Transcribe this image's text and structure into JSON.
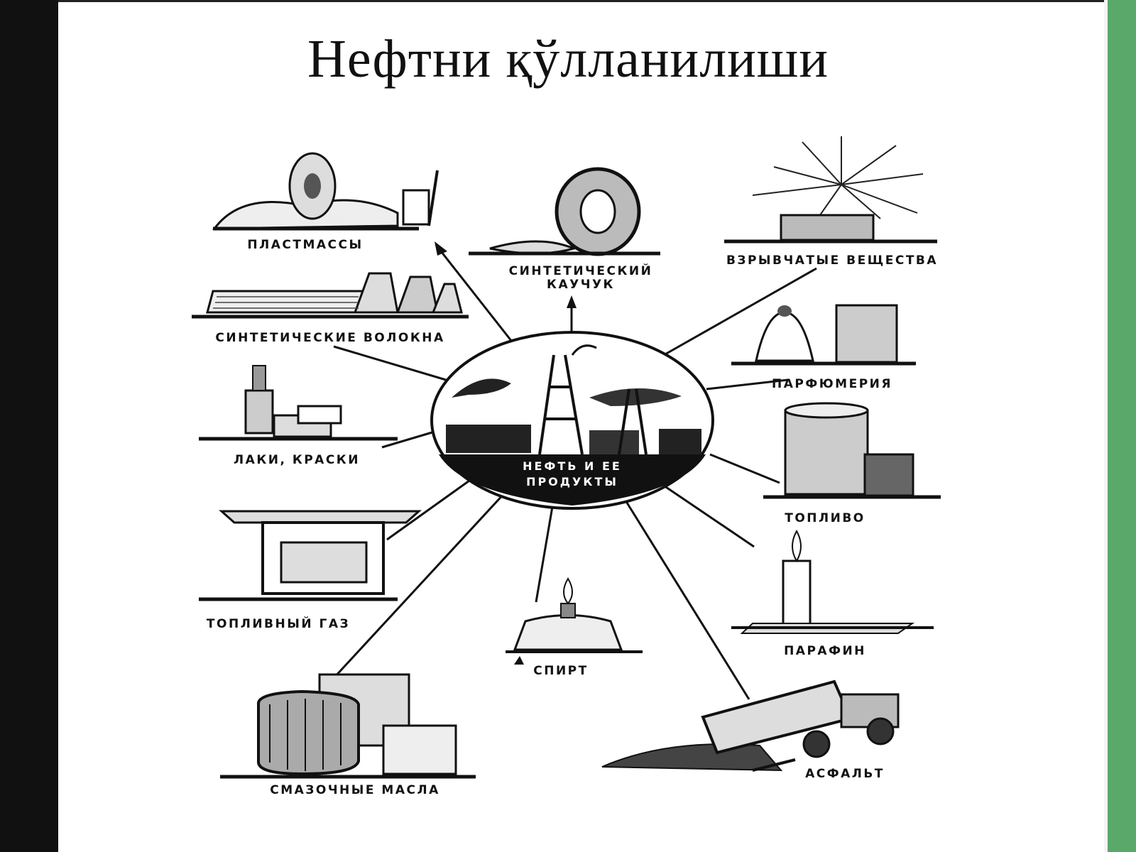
{
  "title": "Нефтни қўлланилиши",
  "center": {
    "line1": "НЕФТЬ И ЕЕ",
    "line2": "ПРОДУКТЫ"
  },
  "products": {
    "plastics": "ПЛАСТМАССЫ",
    "rubber_line1": "СИНТЕТИЧЕСКИЙ",
    "rubber_line2": "КАУЧУК",
    "explosives": "ВЗРЫВЧАТЫЕ ВЕЩЕСТВА",
    "fibers": "СИНТЕТИЧЕСКИЕ ВОЛОКНА",
    "perfumery": "ПАРФЮМЕРИЯ",
    "paints": "ЛАКИ, КРАСКИ",
    "fuel": "ТОПЛИВО",
    "fuel_gas": "ТОПЛИВНЫЙ ГАЗ",
    "paraffin": "ПАРАФИН",
    "alcohol": "СПИРТ",
    "lubricants": "СМАЗОЧНЫЕ МАСЛА",
    "asphalt": "АСФАЛЬТ"
  },
  "colors": {
    "left_bar": "#111111",
    "right_bar": "#5aa86a",
    "ink": "#111111"
  }
}
